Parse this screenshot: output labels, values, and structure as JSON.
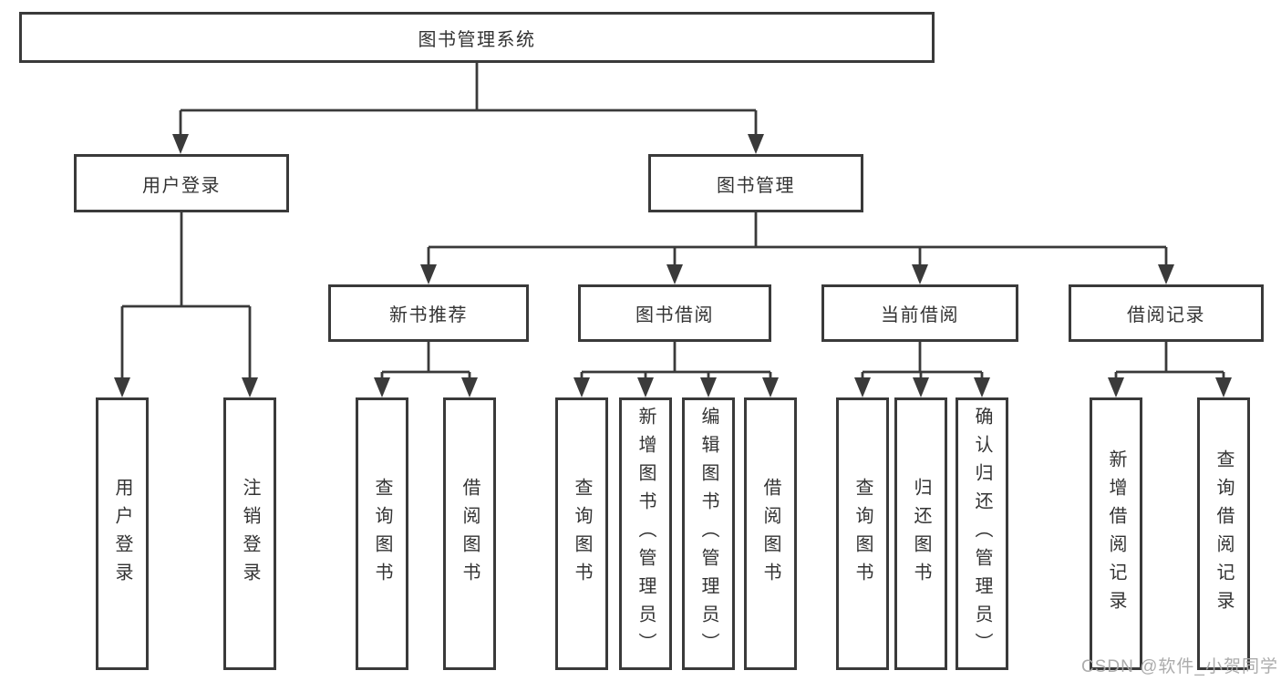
{
  "tree": {
    "root": "图书管理系统",
    "children": [
      {
        "label": "用户登录",
        "children": [
          "用户登录",
          "注销登录"
        ]
      },
      {
        "label": "图书管理",
        "children": [
          {
            "label": "新书推荐",
            "children": [
              "查询图书",
              "借阅图书"
            ]
          },
          {
            "label": "图书借阅",
            "children": [
              "查询图书",
              "新增图书（管理员）",
              "编辑图书（管理员）",
              "借阅图书"
            ]
          },
          {
            "label": "当前借阅",
            "children": [
              "查询图书",
              "归还图书",
              "确认归还（管理员）"
            ]
          },
          {
            "label": "借阅记录",
            "children": [
              "新增借阅记录",
              "查询借阅记录"
            ]
          }
        ]
      }
    ]
  },
  "watermark": "CSDN @软件_小贺同学",
  "colors": {
    "line": "#3a3a3a",
    "box_border": "#3a3a3a",
    "text": "#333333",
    "watermark": "#a8a8a8",
    "background": "#ffffff"
  }
}
